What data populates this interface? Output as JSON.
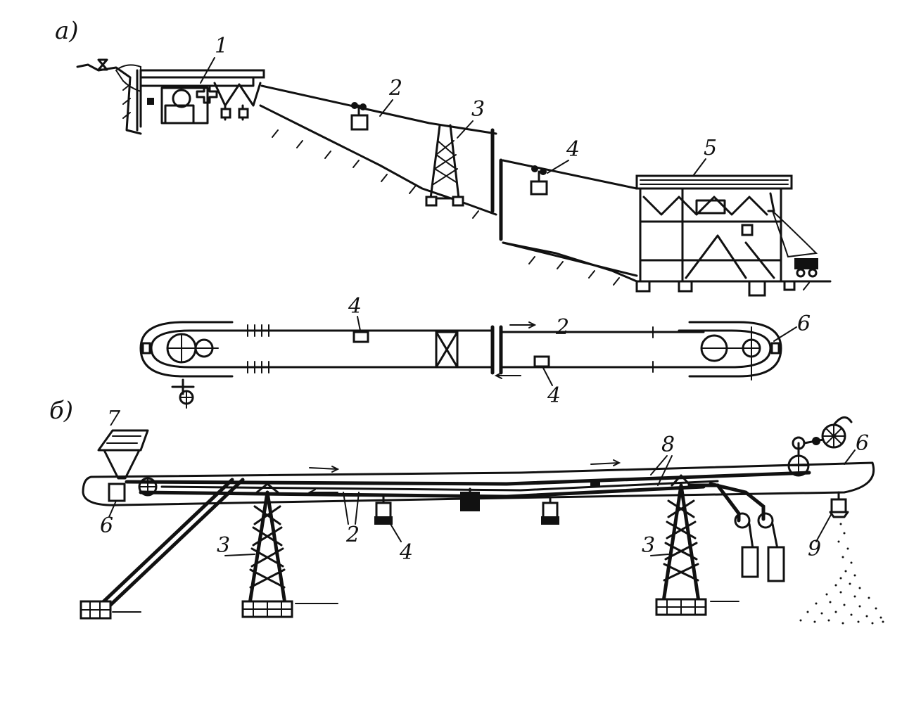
{
  "panel_labels": {
    "a": "а)",
    "b": "б)"
  },
  "diagram_a": {
    "labels": {
      "drive_station": "1",
      "cable": "2",
      "tower": "3",
      "carriage": "4",
      "terminal": "5"
    }
  },
  "plan_view": {
    "labels": {
      "carriage_top": "4",
      "cable": "2",
      "tension_wheel": "6",
      "carriage_bottom": "4"
    }
  },
  "diagram_b": {
    "labels": {
      "loading_hopper": "7",
      "loading_station": "6",
      "cable": "2",
      "carriage": "4",
      "tower_left": "3",
      "tower_right": "3",
      "rails": "8",
      "unloading_station": "6",
      "unloading_point": "9"
    }
  }
}
